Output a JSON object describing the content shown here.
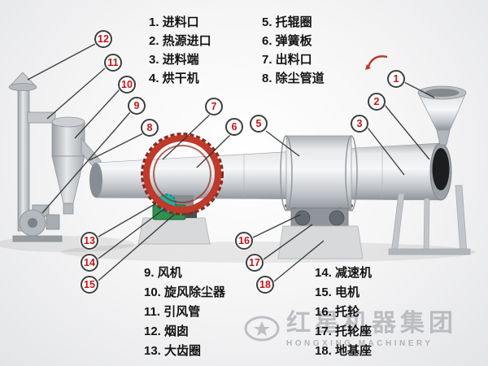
{
  "legend": {
    "top_left": [
      "1. 进料口",
      "2. 热源进口",
      "3. 进料端",
      "4. 烘干机"
    ],
    "top_right": [
      "5. 托辊圈",
      "6. 弹簧板",
      "7. 出料口",
      "8. 除尘管道"
    ],
    "bottom_left": [
      "9. 风机",
      "10. 旋风除尘器",
      "11. 引风管",
      "12. 烟囱",
      "13. 大齿圈"
    ],
    "bottom_right": [
      "14. 减速机",
      "15. 电机",
      "16. 托轮",
      "17. 托轮座",
      "18. 地基座"
    ]
  },
  "callouts": {
    "c1": "1",
    "c2": "2",
    "c3": "3",
    "c5": "5",
    "c6": "6",
    "c7": "7",
    "c8": "8",
    "c9": "9",
    "c10": "10",
    "c11": "11",
    "c12": "12",
    "c13": "13",
    "c14": "14",
    "c15": "15",
    "c16": "16",
    "c17": "17",
    "c18": "18"
  },
  "watermark": {
    "text": "红星机器集团",
    "subtext": "HONGXING MACHINERY"
  },
  "colors": {
    "callout_number": "#cc1111",
    "legend_text": "#141414",
    "gear_ring": "#c0392b",
    "gear_teeth": "#8a2a1e",
    "motor_green": "#2f9150",
    "pinion_teal": "#1fb3a0",
    "line_color": "#2f2f2f"
  }
}
